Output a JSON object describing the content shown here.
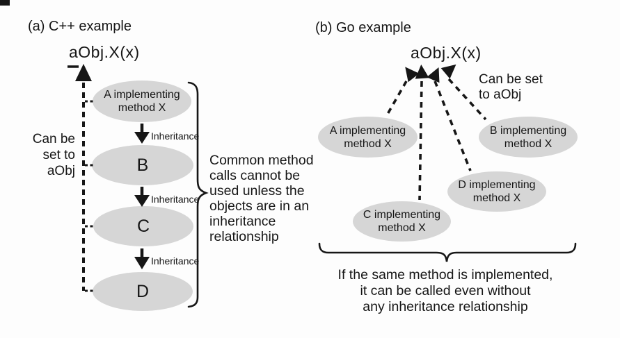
{
  "colors": {
    "background": "#fdfdfd",
    "ink": "#161616",
    "ellipse_fill": "#d6d6d6"
  },
  "panel_a": {
    "title": "(a) C++ example",
    "call_expression": "aObj.X(x)",
    "side_note": "Can be\nset to\naObj",
    "inheritance_label": "Inheritance",
    "classes": [
      {
        "label": "A implementing\nmethod X"
      },
      {
        "label": "B"
      },
      {
        "label": "C"
      },
      {
        "label": "D"
      }
    ],
    "brace_note": "Common method\ncalls cannot be\nused unless the\nobjects are in an\ninheritance\nrelationship"
  },
  "panel_b": {
    "title": "(b) Go example",
    "call_expression": "aObj.X(x)",
    "side_note": "Can be set\nto aObj",
    "classes": [
      {
        "label": "A implementing\nmethod X"
      },
      {
        "label": "B implementing\nmethod X"
      },
      {
        "label": "D implementing\nmethod X"
      },
      {
        "label": "C implementing\nmethod X"
      }
    ],
    "bottom_note": "If the same method is implemented,\nit can be called even without\nany inheritance relationship"
  }
}
